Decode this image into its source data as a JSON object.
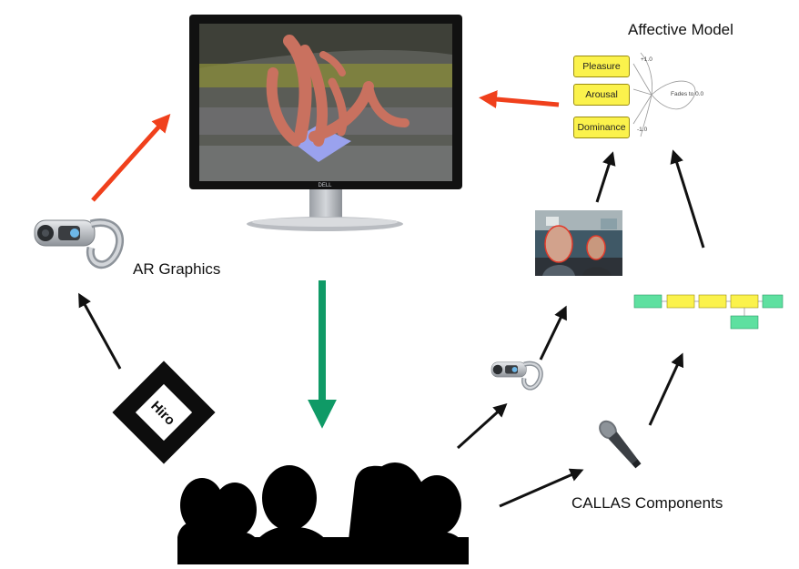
{
  "labels": {
    "affective_model": "Affective Model",
    "ar_graphics": "AR Graphics",
    "callas_components": "CALLAS Components"
  },
  "affective_model": {
    "dimensions": [
      "Pleasure",
      "Arousal",
      "Dominance"
    ],
    "scale_top": "+1.0",
    "scale_bottom": "-1.0",
    "fades_note": "Fades to 0.0"
  },
  "monitor": {
    "brand": "DELL"
  },
  "marker": {
    "text": "Hiro"
  },
  "colors": {
    "red_arrow": "#f0401c",
    "green_arrow": "#0f9a66",
    "black_arrow": "#111111",
    "yellow_box": "#fbf24c",
    "green_node": "#5ee0a0"
  }
}
